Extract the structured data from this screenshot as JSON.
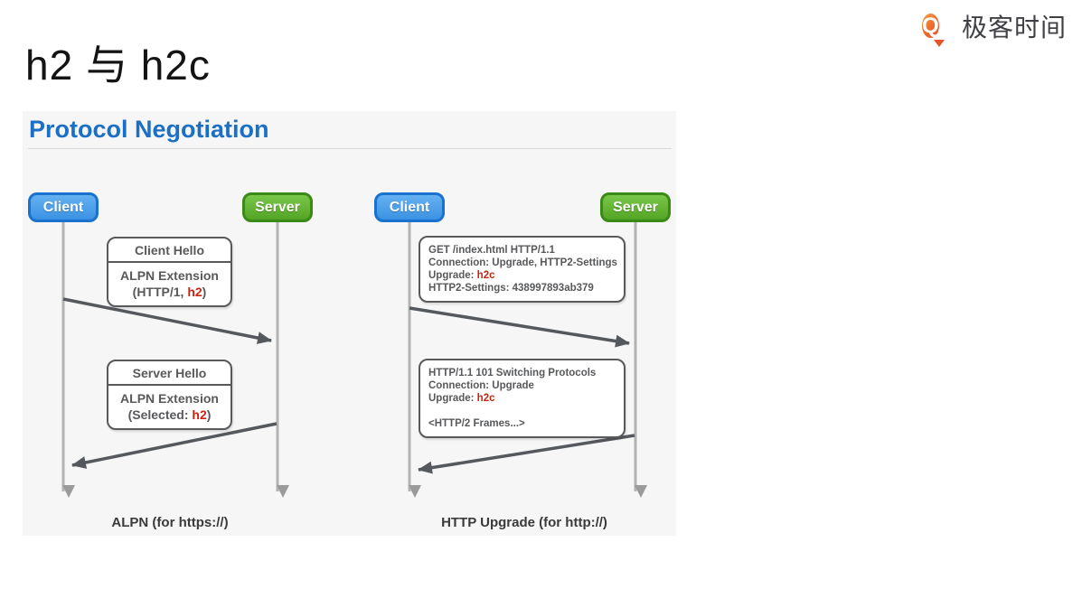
{
  "slide": {
    "title": "h2 与 h2c"
  },
  "logo": {
    "text": "极客时间",
    "icon_letter": "Q",
    "orange": "#e8542a"
  },
  "panel": {
    "title": "Protocol Negotiation",
    "title_color": "#1b6fc5"
  },
  "colors": {
    "client_blue": "#3b92e3",
    "server_green": "#54a426",
    "highlight_red": "#cc2211",
    "arrow_dark": "#55585c",
    "lifeline_gray": "#b3b3b3"
  },
  "alpn": {
    "client": "Client",
    "server": "Server",
    "box1": {
      "title": "Client Hello",
      "line1": "ALPN Extension",
      "line2a": "(HTTP/1, ",
      "line2b": "h2",
      "line2c": ")"
    },
    "box2": {
      "title": "Server Hello",
      "line1": "ALPN Extension",
      "line2a": "(Selected: ",
      "line2b": "h2",
      "line2c": ")"
    },
    "caption": "ALPN (for https://)"
  },
  "upgrade": {
    "client": "Client",
    "server": "Server",
    "req": {
      "line1": "GET /index.html HTTP/1.1",
      "line2": "Connection: Upgrade, HTTP2-Settings",
      "line3a": "Upgrade: ",
      "line3b": "h2c",
      "line4": "HTTP2-Settings: 438997893ab379"
    },
    "res": {
      "line1": "HTTP/1.1 101 Switching Protocols",
      "line2": "Connection: Upgrade",
      "line3a": "Upgrade: ",
      "line3b": "h2c",
      "line5": "<HTTP/2 Frames...>"
    },
    "caption": "HTTP Upgrade (for http://)"
  }
}
